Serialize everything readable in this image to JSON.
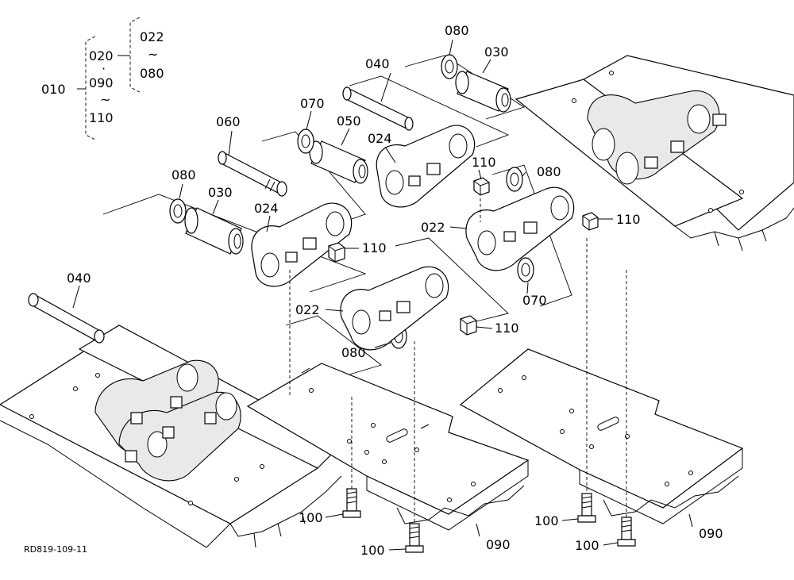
{
  "figure_ref": "RD819-109-11",
  "tree": {
    "root": "010",
    "upper": "020",
    "dot": "·",
    "lower_start": "090",
    "lower_end": "110",
    "sub_start": "022",
    "sub_end": "080",
    "range_mark": "~"
  },
  "callouts": [
    {
      "id": "c080a",
      "label": "080"
    },
    {
      "id": "c030a",
      "label": "030"
    },
    {
      "id": "c040a",
      "label": "040"
    },
    {
      "id": "c070a",
      "label": "070"
    },
    {
      "id": "c050",
      "label": "050"
    },
    {
      "id": "c024a",
      "label": "024"
    },
    {
      "id": "c060",
      "label": "060"
    },
    {
      "id": "c110a",
      "label": "110"
    },
    {
      "id": "c080b",
      "label": "080"
    },
    {
      "id": "c080c",
      "label": "080"
    },
    {
      "id": "c030b",
      "label": "030"
    },
    {
      "id": "c024b",
      "label": "024"
    },
    {
      "id": "c022a",
      "label": "022"
    },
    {
      "id": "c110b",
      "label": "110"
    },
    {
      "id": "c110c",
      "label": "110"
    },
    {
      "id": "c070b",
      "label": "070"
    },
    {
      "id": "c040b",
      "label": "040"
    },
    {
      "id": "c022b",
      "label": "022"
    },
    {
      "id": "c110d",
      "label": "110"
    },
    {
      "id": "c080d",
      "label": "080"
    },
    {
      "id": "c100a",
      "label": "100"
    },
    {
      "id": "c100b",
      "label": "100"
    },
    {
      "id": "c100c",
      "label": "100"
    },
    {
      "id": "c100d",
      "label": "100"
    },
    {
      "id": "c090a",
      "label": "090"
    },
    {
      "id": "c090b",
      "label": "090"
    }
  ]
}
